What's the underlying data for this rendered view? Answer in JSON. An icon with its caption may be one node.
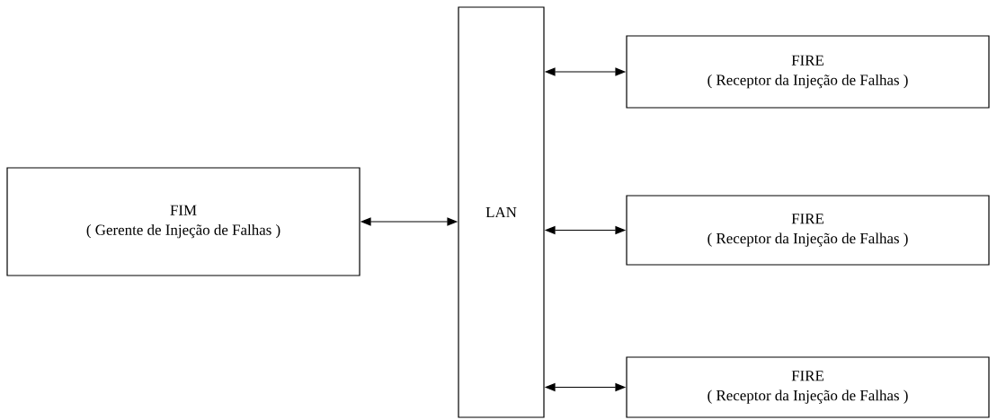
{
  "diagram": {
    "nodes": [
      {
        "text": [
          "FIM",
          "( Gerente de Injeção de Falhas )"
        ]
      },
      {
        "text": [
          "LAN"
        ]
      },
      {
        "text": [
          "FIRE",
          "( Receptor da Injeção de Falhas )"
        ]
      },
      {
        "text": [
          "FIRE",
          "( Receptor da Injeção de Falhas )"
        ]
      },
      {
        "text": [
          "FIRE",
          "( Receptor da Injeção de Falhas )"
        ]
      }
    ],
    "edges": [
      {
        "from": 0,
        "to": 1,
        "arrow": "both"
      },
      {
        "from": 1,
        "to": 2,
        "arrow": "both"
      },
      {
        "from": 1,
        "to": 3,
        "arrow": "both"
      },
      {
        "from": 1,
        "to": 4,
        "arrow": "both"
      }
    ]
  }
}
